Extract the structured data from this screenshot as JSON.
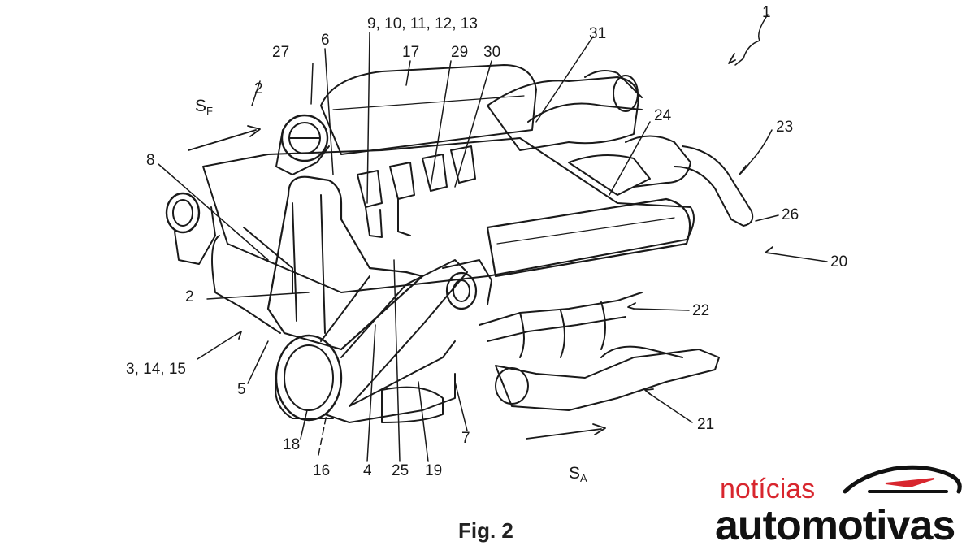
{
  "figure": {
    "caption": "Fig. 2"
  },
  "labels": {
    "l1": "1",
    "l2a": "2",
    "l2b": "2",
    "l3_14_15": "3, 14, 15",
    "l4": "4",
    "l5": "5",
    "l6": "6",
    "l7": "7",
    "l8": "8",
    "l9_13": "9, 10, 11, 12, 13",
    "l16": "16",
    "l17": "17",
    "l18": "18",
    "l19": "19",
    "l20": "20",
    "l21": "21",
    "l22": "22",
    "l23": "23",
    "l24": "24",
    "l25": "25",
    "l26": "26",
    "l27": "27",
    "l29": "29",
    "l30": "30",
    "l31": "31",
    "sf_main": "S",
    "sf_sub": "F",
    "sa_main": "S",
    "sa_sub": "A"
  },
  "watermark": {
    "line1": "notícias",
    "line2": "automotivas",
    "colors": {
      "accent": "#d8262e",
      "text": "#111111"
    }
  }
}
